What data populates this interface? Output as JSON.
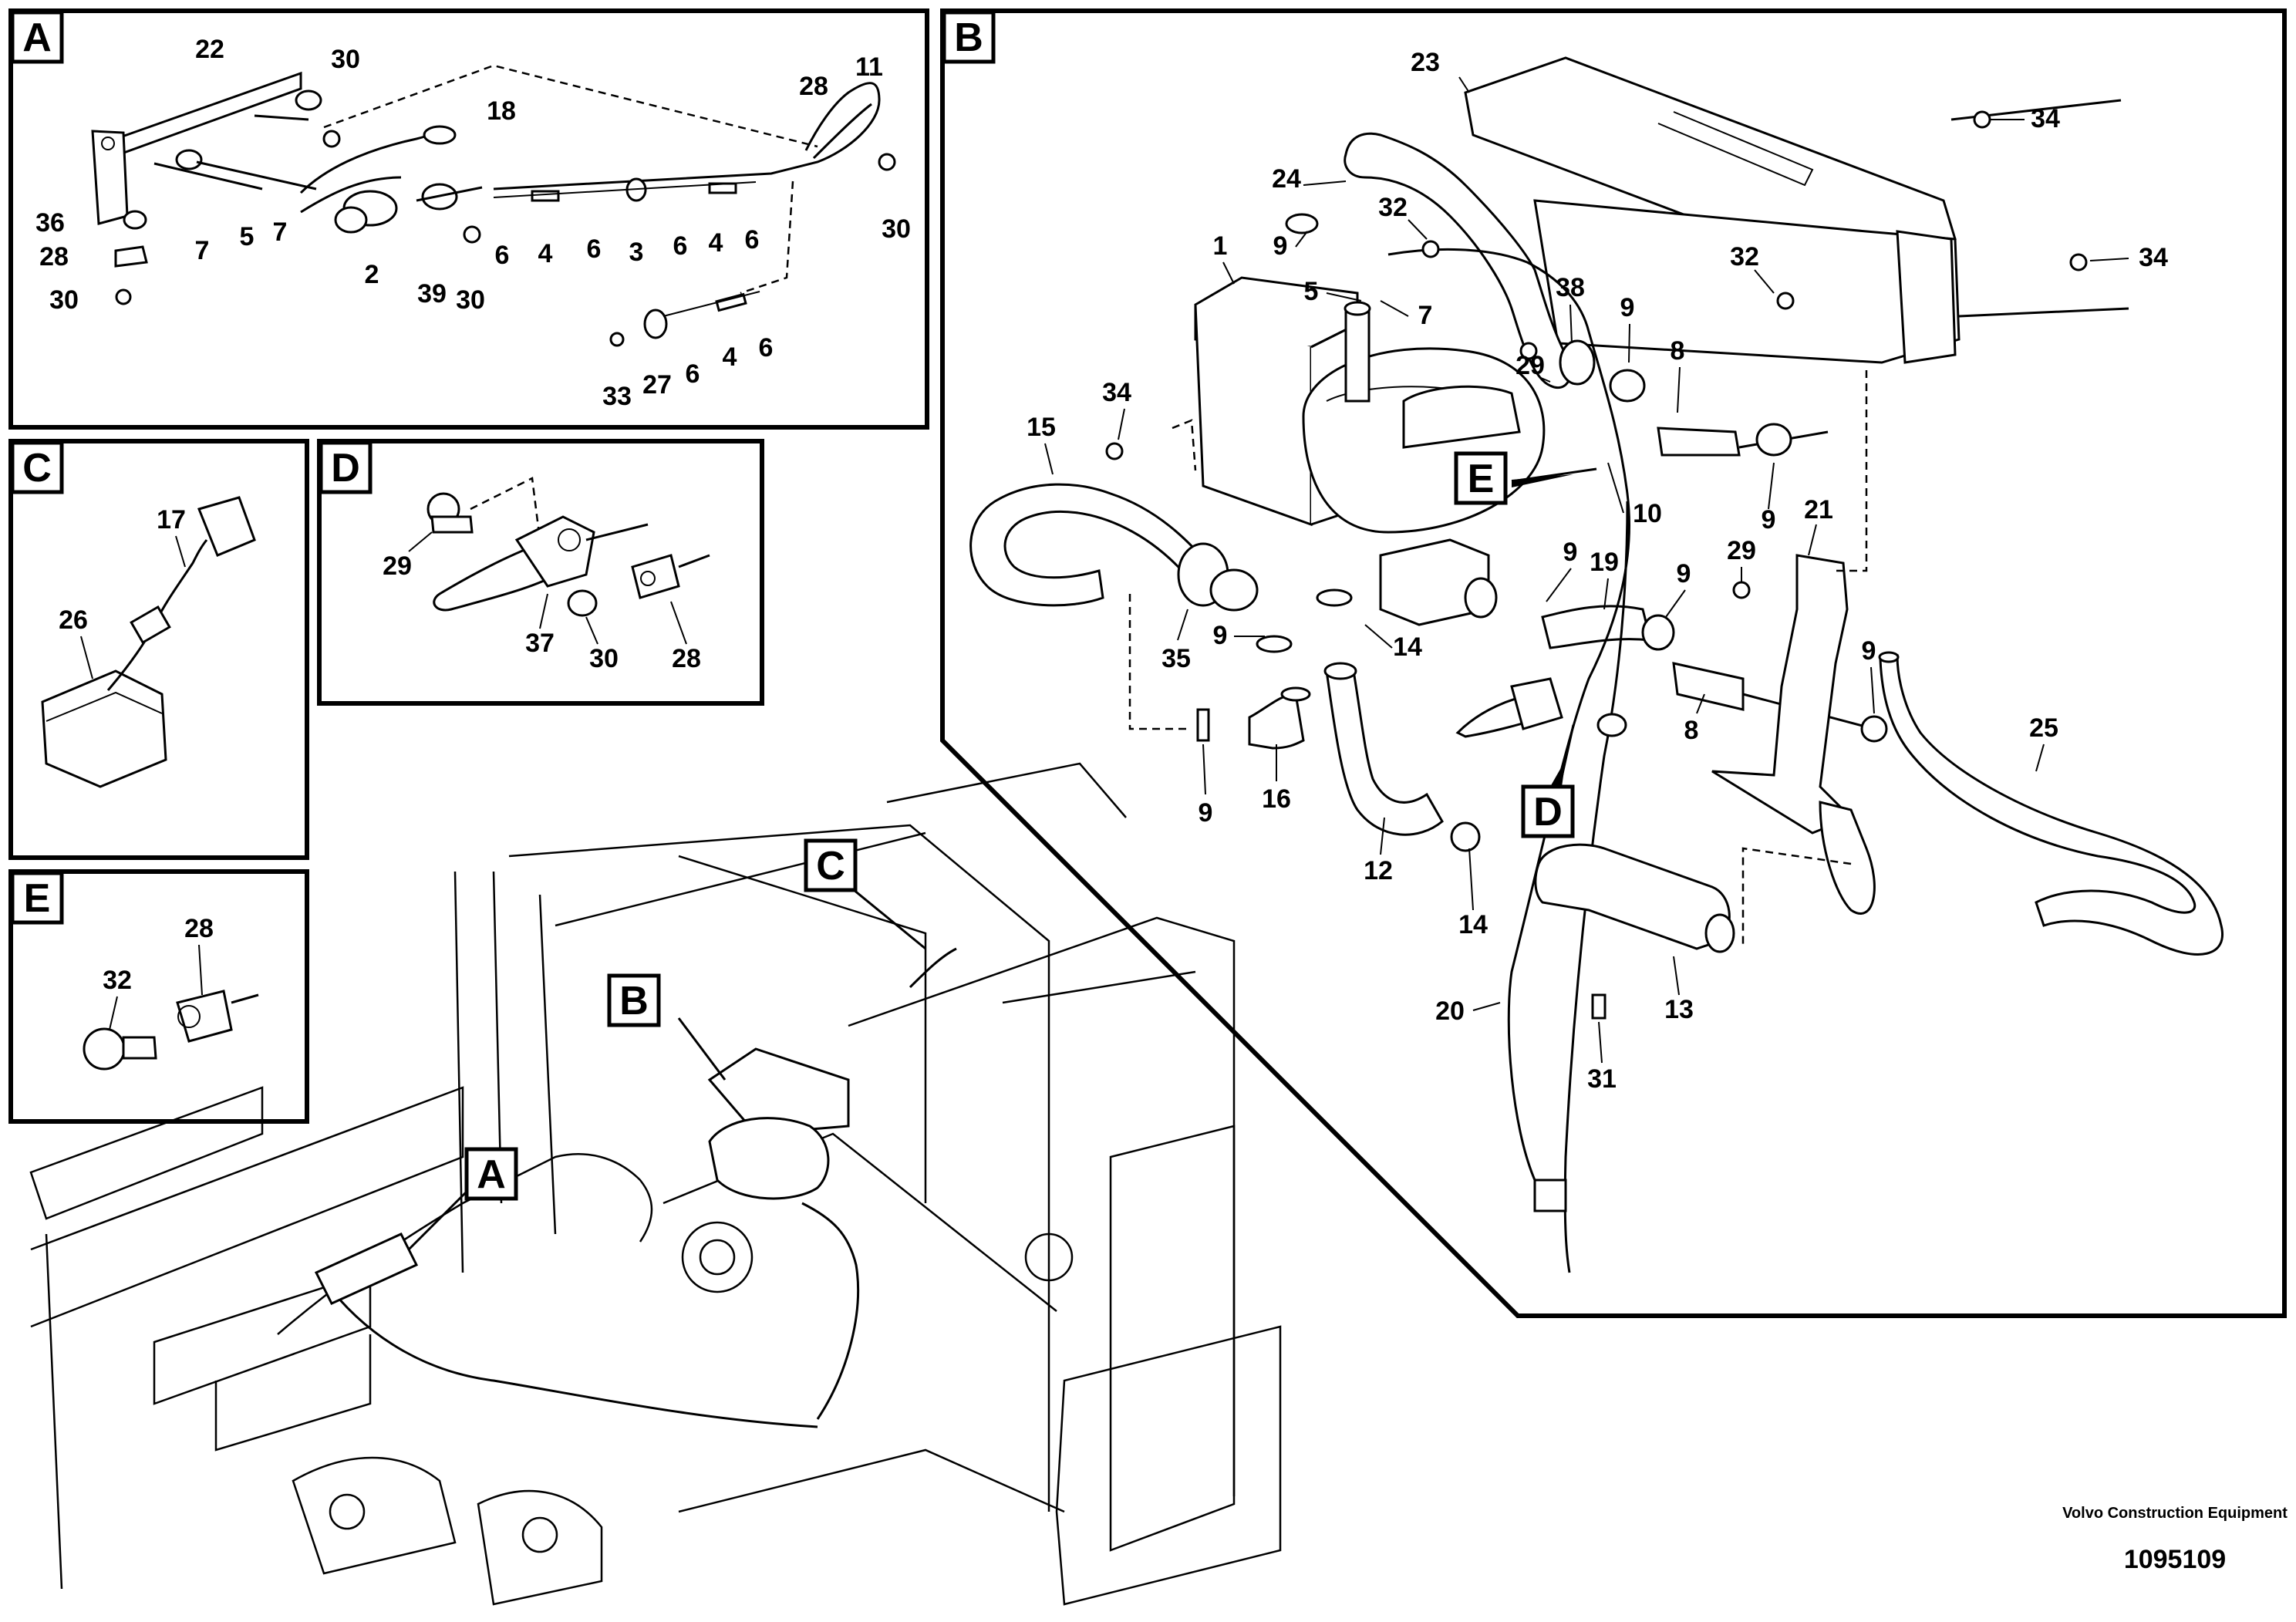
{
  "detail_boxes": [
    {
      "id": "A",
      "label": "A"
    },
    {
      "id": "B",
      "label": "B"
    },
    {
      "id": "C",
      "label": "C"
    },
    {
      "id": "D",
      "label": "D"
    },
    {
      "id": "E",
      "label": "E"
    }
  ],
  "view_markers": [
    "A",
    "B",
    "C",
    "D",
    "E"
  ],
  "callouts": {
    "A": [
      "22",
      "30",
      "18",
      "28",
      "11",
      "36",
      "28",
      "30",
      "7",
      "5",
      "7",
      "2",
      "39",
      "30",
      "6",
      "4",
      "6",
      "3",
      "6",
      "4",
      "6",
      "30",
      "33",
      "27",
      "6",
      "4",
      "6"
    ],
    "B": [
      "23",
      "34",
      "24",
      "32",
      "9",
      "1",
      "5",
      "7",
      "32",
      "34",
      "38",
      "9",
      "29",
      "8",
      "34",
      "15",
      "E",
      "10",
      "9",
      "21",
      "9",
      "19",
      "9",
      "29",
      "9",
      "35",
      "9",
      "14",
      "8",
      "25",
      "9",
      "16",
      "12",
      "14",
      "13",
      "20",
      "31"
    ],
    "C": [
      "17",
      "26"
    ],
    "D": [
      "29",
      "37",
      "30",
      "28"
    ],
    "E": [
      "32",
      "28"
    ]
  },
  "footer": {
    "brand": "Volvo Construction Equipment",
    "drawing_number": "1095109"
  }
}
